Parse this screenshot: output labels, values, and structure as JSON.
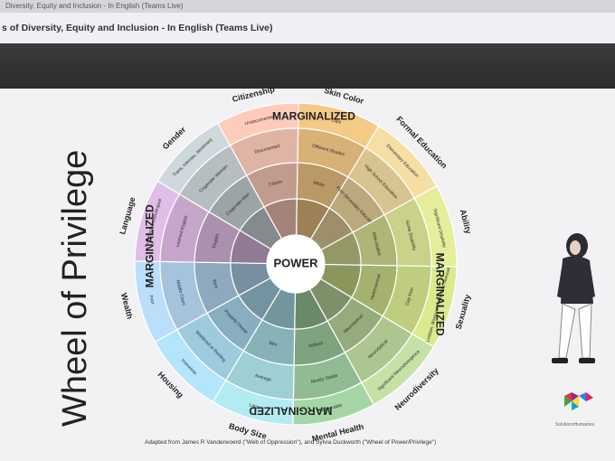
{
  "browser": {
    "tab_title": "Diversity, Equity and Inclusion - In English (Teams Live)"
  },
  "window": {
    "title": "s of Diversity, Equity and Inclusion - In English (Teams Live)"
  },
  "slide": {
    "title": "Wheel of Privilege",
    "center_label": "POWER",
    "marginalized_label": "MARGINALIZED",
    "caption": "Adapted from James R Vanderwoerd (\"Web of Oppression\"), and Sylvia Duckworth (\"Wheel of Power/Privilege\")",
    "logo_text": "SolutionsHumaines",
    "categories": [
      {
        "name": "Skin Color",
        "color": "#f5c986",
        "rings": [
          "Dark",
          "Different Shades",
          "White"
        ]
      },
      {
        "name": "Formal Education",
        "color": "#f6dfa4",
        "rings": [
          "Elementary Education",
          "High School Education",
          "Post-Secondary Education"
        ]
      },
      {
        "name": "Ability",
        "color": "#e6ee9c",
        "rings": [
          "Significant Disability",
          "Some Disability",
          "Able-bodied"
        ]
      },
      {
        "name": "Sexuality",
        "color": "#d9ea8f",
        "rings": [
          "Lesbian, Bisexual, Pansexual, Asexual",
          "Gay Man",
          "Heterosexual"
        ]
      },
      {
        "name": "Neurodiversity",
        "color": "#c5e1a5",
        "rings": [
          "Significant Neurodivergence",
          "Neurotypical",
          "Neurotypical"
        ]
      },
      {
        "name": "Mental Health",
        "color": "#a5d6a7",
        "rings": [
          "Vulnerable",
          "Mostly Stable",
          "Robust"
        ]
      },
      {
        "name": "Body Size",
        "color": "#b2ebf2",
        "rings": [
          "Large",
          "Average",
          "Slim"
        ]
      },
      {
        "name": "Housing",
        "color": "#b3e5fc",
        "rings": [
          "Homeless",
          "Sheltered or Renting",
          "Property Owner"
        ]
      },
      {
        "name": "Wealth",
        "color": "#bbdefb",
        "rings": [
          "Poor",
          "Middle Class",
          "Rich"
        ]
      },
      {
        "name": "Language",
        "color": "#e1bee7",
        "rings": [
          "Non-English Monolingual",
          "Learned English",
          "English"
        ]
      },
      {
        "name": "Gender",
        "color": "#cfd8dc",
        "rings": [
          "Trans, Intersex, Nonbinary",
          "Cisgender Woman",
          "Cisgender Man"
        ]
      },
      {
        "name": "Citizenship",
        "color": "#ffccbc",
        "rings": [
          "Undocumented",
          "Documented",
          "Citizen"
        ]
      }
    ]
  },
  "colors": {
    "outer_sat": 0.55,
    "mid_sat": 0.75,
    "inner_sat": 0.95
  }
}
